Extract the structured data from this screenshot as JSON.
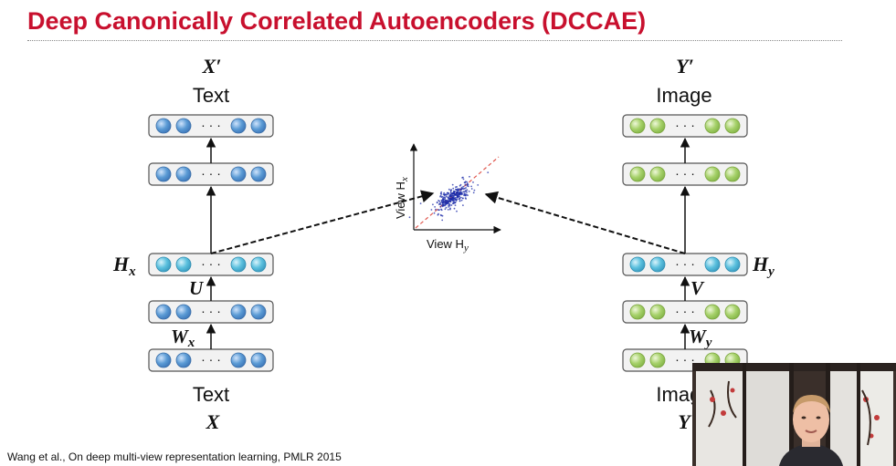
{
  "slide": {
    "title": "Deep Canonically Correlated Autoencoders (DCCAE)",
    "citation": "Wang et al., On deep multi-view representation learning, PMLR 2015"
  },
  "left_view": {
    "output_symbol": "X′",
    "output_label": "Text",
    "input_label": "Text",
    "input_symbol": "X",
    "hidden_symbol": "H",
    "hidden_sub": "x",
    "weight_u": "U",
    "weight_w": "W",
    "weight_w_sub": "x",
    "node_color": "#5b9bd5",
    "hidden_node_color": "#5bc0de"
  },
  "right_view": {
    "output_symbol": "Y′",
    "output_label": "Image",
    "input_label": "Image",
    "input_symbol": "Y",
    "hidden_symbol": "H",
    "hidden_sub": "y",
    "weight_v": "V",
    "weight_w": "W",
    "weight_w_sub": "y",
    "node_color": "#a6d16a",
    "hidden_node_color": "#5bc0de"
  },
  "scatter": {
    "ylabel": "View H",
    "ylabel_sub": "x",
    "xlabel": "View H",
    "xlabel_sub": "y",
    "point_color": "#1a2aa8",
    "diagonal_color": "#e0584f"
  },
  "layer_dots": "· · ·"
}
